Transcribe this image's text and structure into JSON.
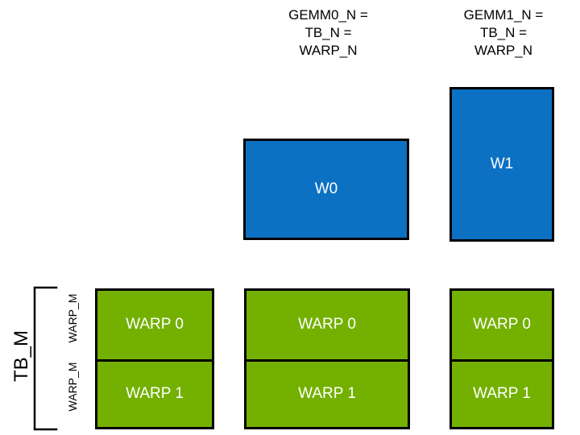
{
  "figure": {
    "title_text_present": false,
    "background": "#ffffff",
    "colors": {
      "blue": "#0C71C3",
      "green": "#73B000",
      "outline": "#000000",
      "label_text": "#000000",
      "box_text": "#ffffff"
    }
  },
  "headers": [
    {
      "id": "gemm0",
      "lines": "GEMM0_N =\nTB_N =\nWARP_N"
    },
    {
      "id": "gemm1",
      "lines": "GEMM1_N =\nTB_N =\nWARP_N"
    }
  ],
  "blue_boxes": [
    {
      "id": "w0",
      "label": "W0"
    },
    {
      "id": "w1",
      "label": "W1"
    }
  ],
  "left_axis": {
    "tb_label": "TB_M",
    "warp_labels": [
      "WARP_M",
      "WARP_M"
    ]
  },
  "green_columns": [
    {
      "id": "col0",
      "cells": [
        "WARP 0",
        "WARP 1"
      ]
    },
    {
      "id": "col1",
      "cells": [
        "WARP 0",
        "WARP 1"
      ]
    },
    {
      "id": "col2",
      "cells": [
        "WARP 0",
        "WARP 1"
      ]
    }
  ]
}
